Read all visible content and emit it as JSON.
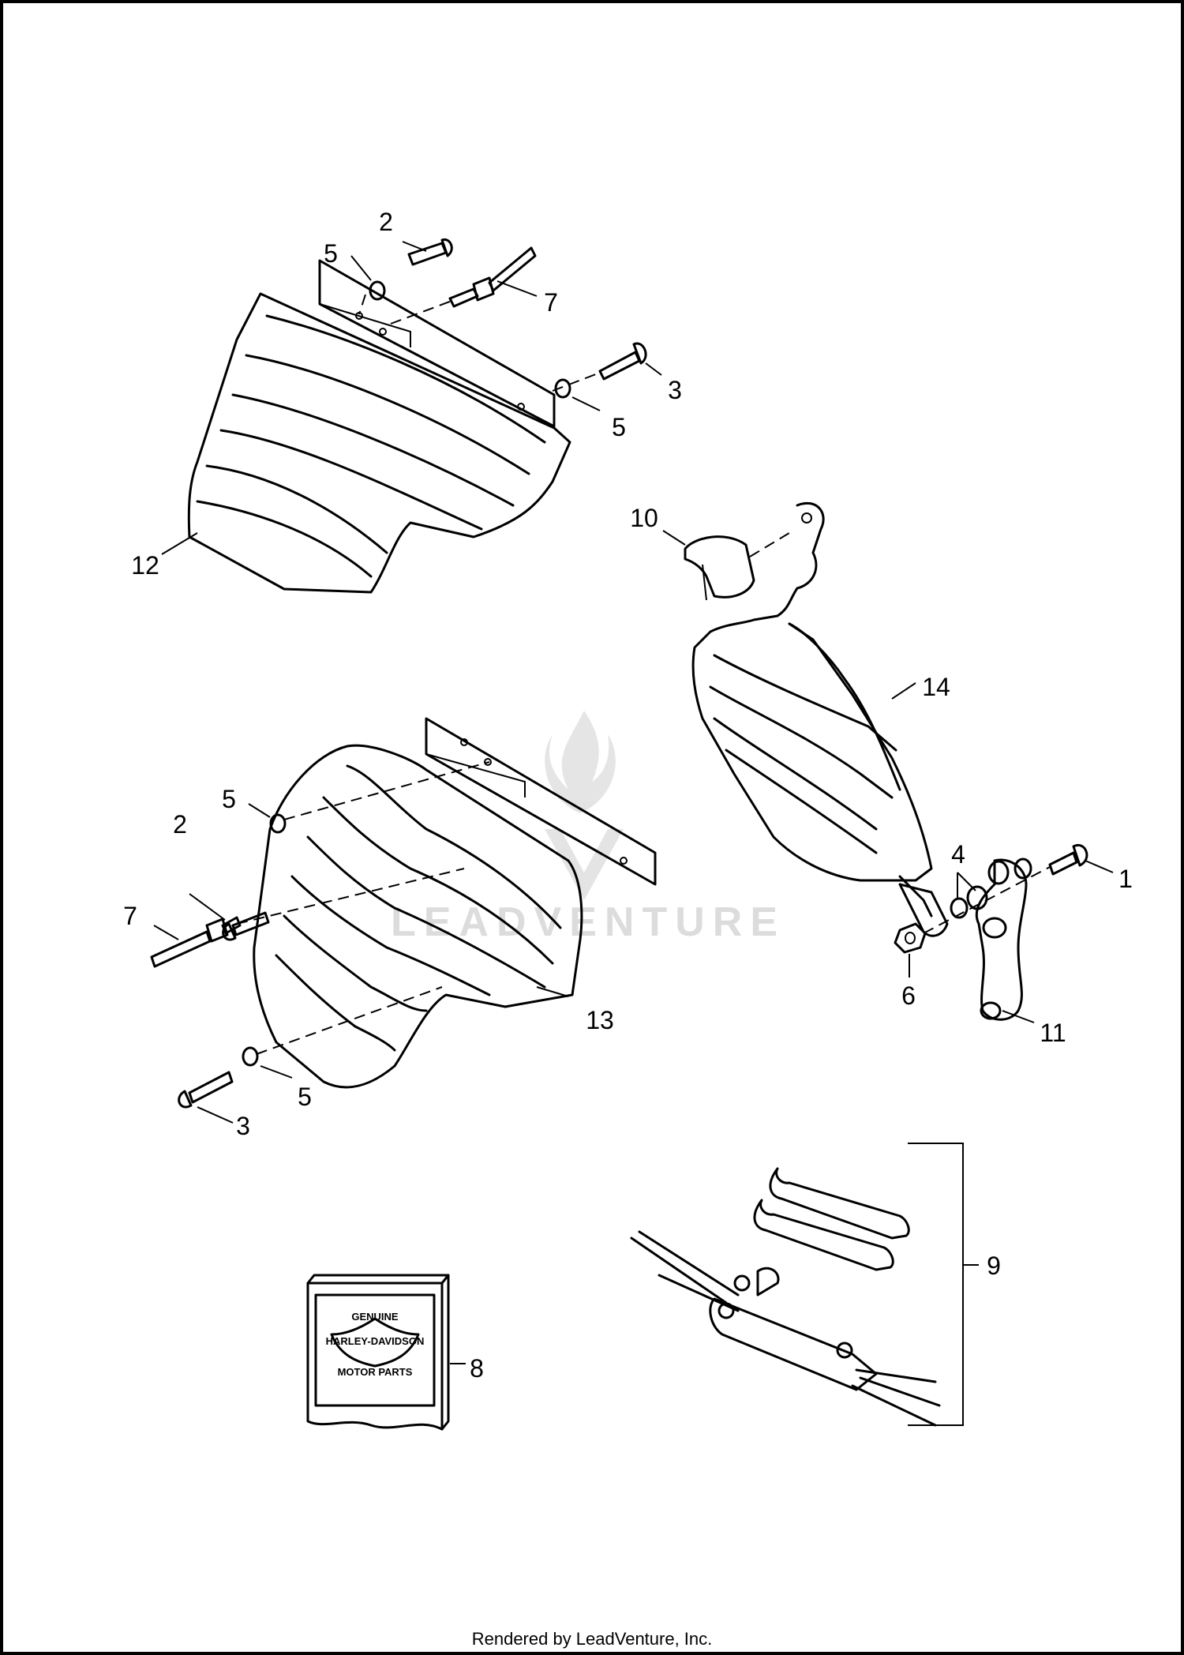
{
  "diagram": {
    "callouts": [
      "1",
      "2",
      "3",
      "4",
      "5",
      "6",
      "7",
      "8",
      "9",
      "10",
      "11",
      "12",
      "13",
      "14"
    ],
    "watermark": "LEADVENTURE",
    "footer": "Rendered by LeadVenture, Inc.",
    "parts_book_logo": {
      "top": "GENUINE",
      "middle": "HARLEY-DAVIDSON",
      "bottom": "MOTOR PARTS"
    }
  }
}
